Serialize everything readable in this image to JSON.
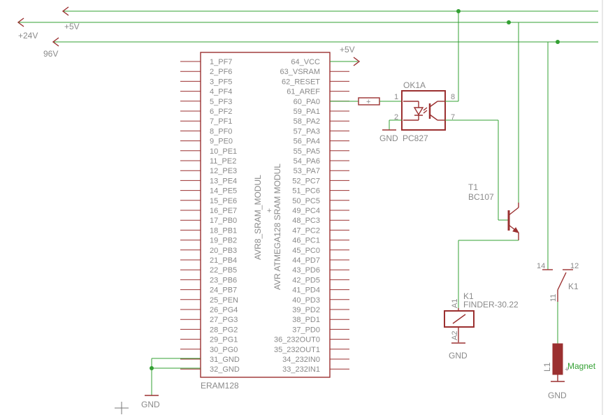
{
  "supplies": {
    "plus24": "+24V",
    "plus5_top": "+5V",
    "v96": "96V",
    "plus5_ic": "+5V"
  },
  "ic": {
    "name": "ERAM128",
    "value1": "AVR ATMEGA128 SRAM MODUL",
    "value2": "AVR8_SRAM_MODUL",
    "left_pins": [
      "1_PF7",
      "2_PF6",
      "3_PF5",
      "4_PF4",
      "5_PF3",
      "6_PF2",
      "7_PF1",
      "8_PF0",
      "9_PE0",
      "10_PE1",
      "11_PE2",
      "12_PE3",
      "13_PE4",
      "14_PE5",
      "15_PE6",
      "16_PE7",
      "17_PB0",
      "18_PB1",
      "19_PB2",
      "20_PB3",
      "21_PB4",
      "22_PB5",
      "23_PB6",
      "24_PB7",
      "25_PEN",
      "26_PG4",
      "27_PG3",
      "28_PG2",
      "29_PG1",
      "30_PG0",
      "31_GND",
      "32_GND"
    ],
    "right_pins": [
      "64_VCC",
      "63_VSRAM",
      "62_RESET",
      "61_AREF",
      "60_PA0",
      "59_PA1",
      "58_PA2",
      "57_PA3",
      "56_PA4",
      "55_PA5",
      "54_PA6",
      "53_PA7",
      "52_PC7",
      "51_PC6",
      "50_PC5",
      "49_PC4",
      "48_PC3",
      "47_PC2",
      "46_PC1",
      "45_PC0",
      "44_PD7",
      "43_PD6",
      "42_PD5",
      "41_PD4",
      "40_PD3",
      "39_PD2",
      "38_PD1",
      "37_PD0",
      "36_232OUT0",
      "35_232OUT1",
      "34_232IN0",
      "33_232IN1"
    ]
  },
  "optocoupler": {
    "name": "OK1A",
    "value": "PC827",
    "pin1": "1",
    "pin2": "2",
    "pin7": "7",
    "pin8": "8",
    "gnd": "GND"
  },
  "transistor": {
    "name": "T1",
    "value": "BC107"
  },
  "relay_coil": {
    "name": "K1",
    "value": "FINDER-30.22",
    "pinA1": "A1",
    "pinA2": "A2",
    "gnd": "GND"
  },
  "relay_contact": {
    "name": "K1",
    "pin11": "11",
    "pin12": "12",
    "pin14": "14"
  },
  "magnet": {
    "name": "L1",
    "value": "Magnet",
    "gnd": "GND"
  },
  "ground_left": "GND"
}
